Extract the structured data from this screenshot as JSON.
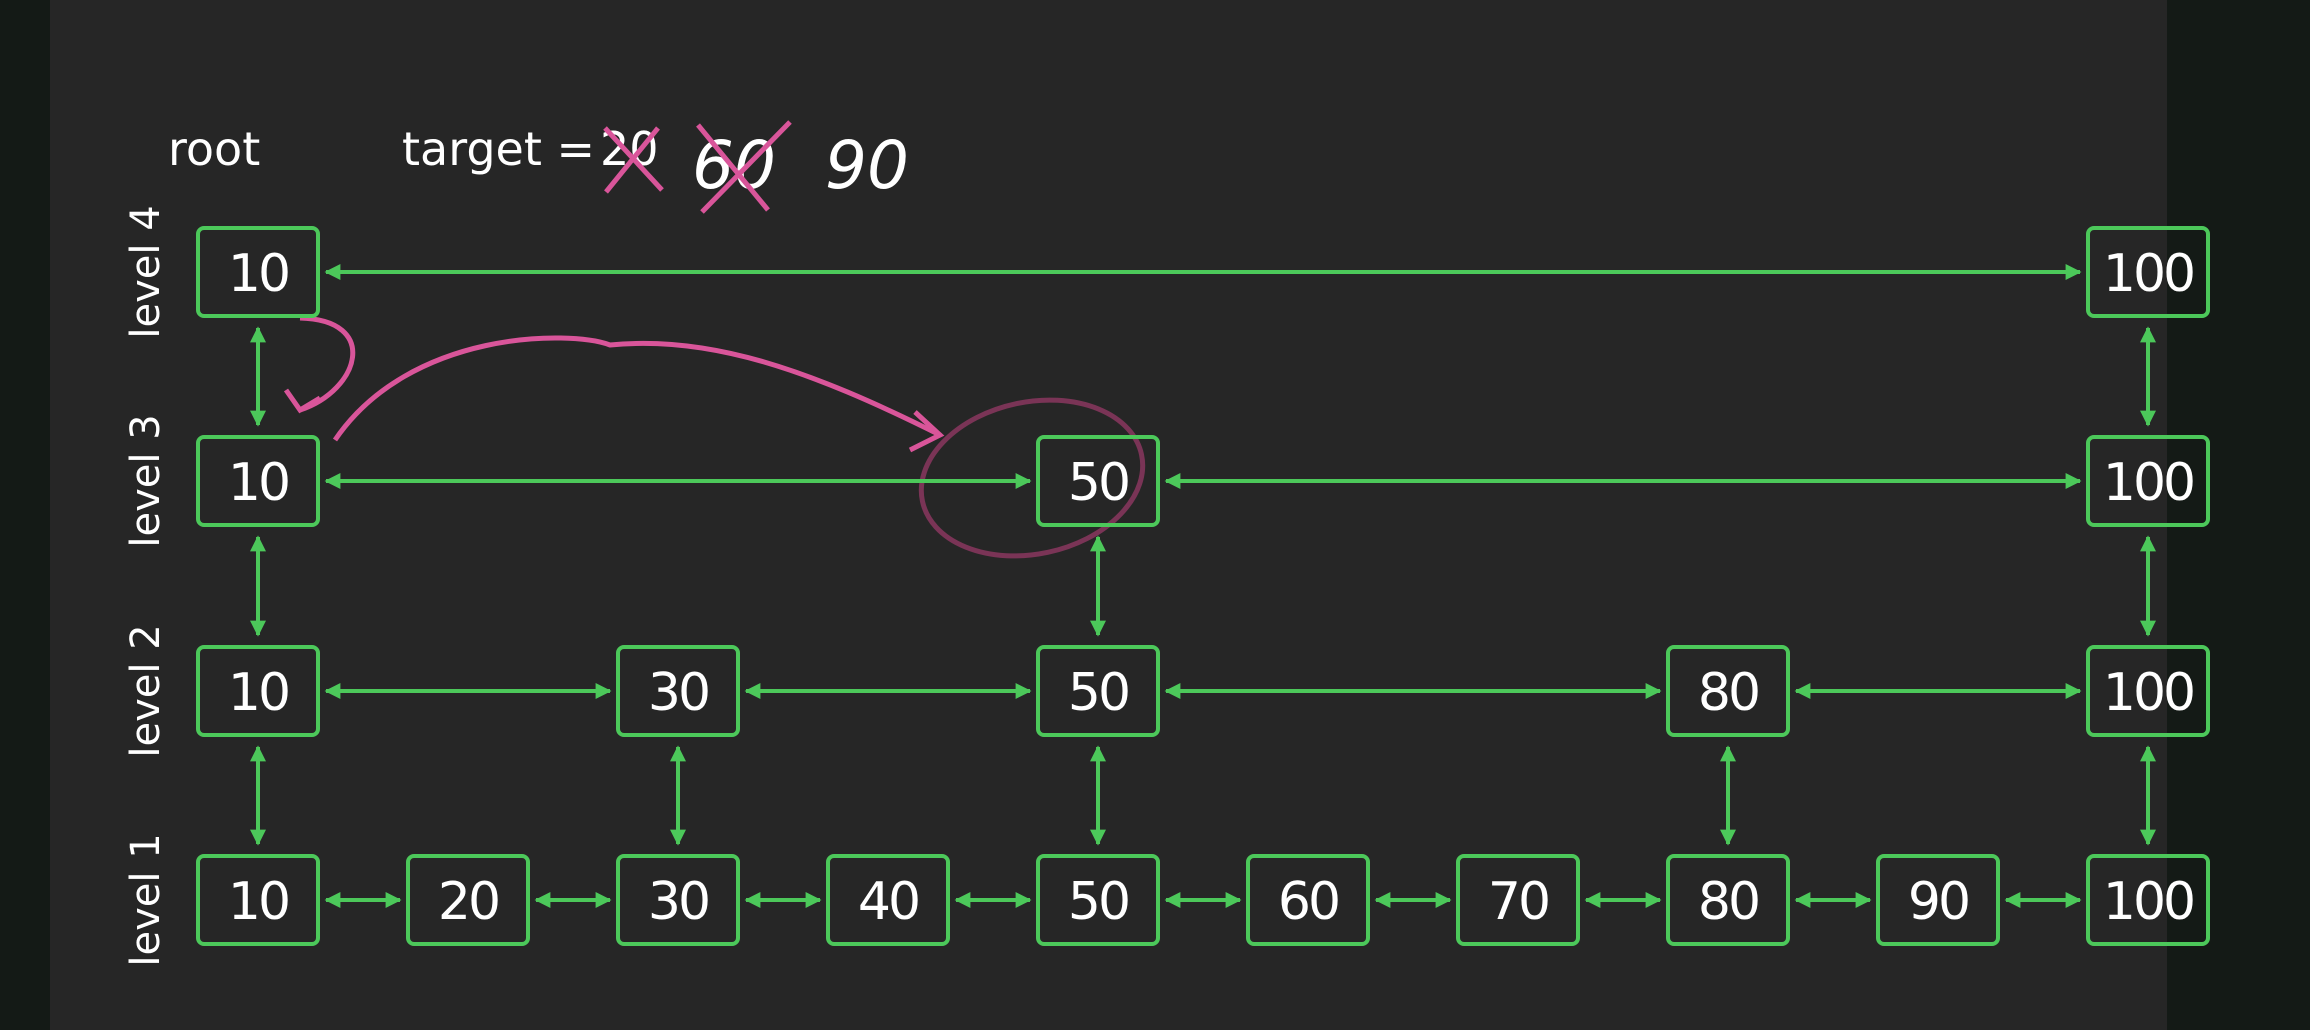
{
  "header": {
    "root_label": "root",
    "target_prefix": "target =",
    "crossed_targets": [
      "20",
      "60"
    ],
    "current_target": "90"
  },
  "levels": [
    {
      "label": "level 4",
      "nodes": [
        "10",
        "100"
      ]
    },
    {
      "label": "level 3",
      "nodes": [
        "10",
        "50",
        "100"
      ]
    },
    {
      "label": "level 2",
      "nodes": [
        "10",
        "30",
        "50",
        "80",
        "100"
      ]
    },
    {
      "label": "level 1",
      "nodes": [
        "10",
        "20",
        "30",
        "40",
        "50",
        "60",
        "70",
        "80",
        "90",
        "100"
      ]
    }
  ],
  "colors": {
    "node_border": "#4cc85a",
    "arrow": "#4cc85a",
    "annotation_pink": "#d9559a",
    "highlight_circle": "#7a3456",
    "background": "#262626"
  }
}
